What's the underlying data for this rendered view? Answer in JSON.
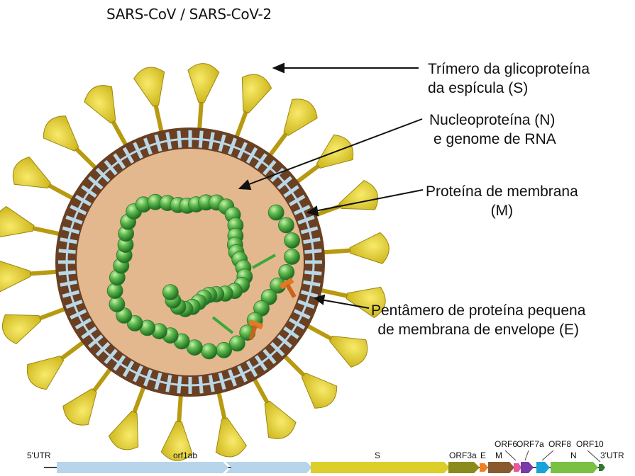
{
  "title": "SARS-CoV / SARS-CoV-2",
  "labels": {
    "spike": [
      "Trímero da glicoproteína",
      "da espícula (S)"
    ],
    "nucleo": [
      "Nucleoproteína (N)",
      "e genome de RNA"
    ],
    "membrane": [
      "Proteína de membrana",
      "(M)"
    ],
    "envelope": [
      "Pentâmero de proteína pequena",
      "de membrana de envelope (E)"
    ]
  },
  "genome": {
    "utr5": "5'UTR",
    "utr3": "3'UTR",
    "genes": [
      "orf1ab",
      "S",
      "ORF3a",
      "E",
      "M",
      "ORF6",
      "ORF7a",
      "ORF8",
      "N",
      "ORF10"
    ]
  },
  "colors": {
    "spike": "#e2cf1f",
    "membrane_protein": "#6b3f22",
    "lipid": "#b9d7e6",
    "interior": "#e4b88e",
    "nucleocapsid": "#5cb84a",
    "envelope_protein": "#e07a26",
    "orf1ab": "#b6d5ea",
    "s_gene": "#dccf2a",
    "orf3a": "#8c8a1a",
    "e_gene": "#ef7f25",
    "m_gene": "#8a5a2e",
    "orf6": "#e8569c",
    "orf7a": "#7a3aa8",
    "orf8": "#1aa3d9",
    "n_gene": "#7ac143",
    "orf10": "#2f7a2f"
  }
}
